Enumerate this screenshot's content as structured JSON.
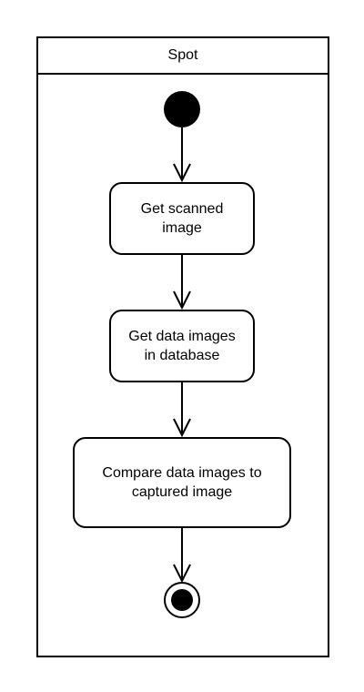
{
  "swimlane": {
    "title": "Spot"
  },
  "actions": [
    {
      "label": "Get scanned\nimage"
    },
    {
      "label": "Get data images\nin database"
    },
    {
      "label": "Compare data images to\ncaptured image"
    }
  ],
  "colors": {
    "stroke": "#000000",
    "fill": "#ffffff",
    "node": "#000000"
  }
}
